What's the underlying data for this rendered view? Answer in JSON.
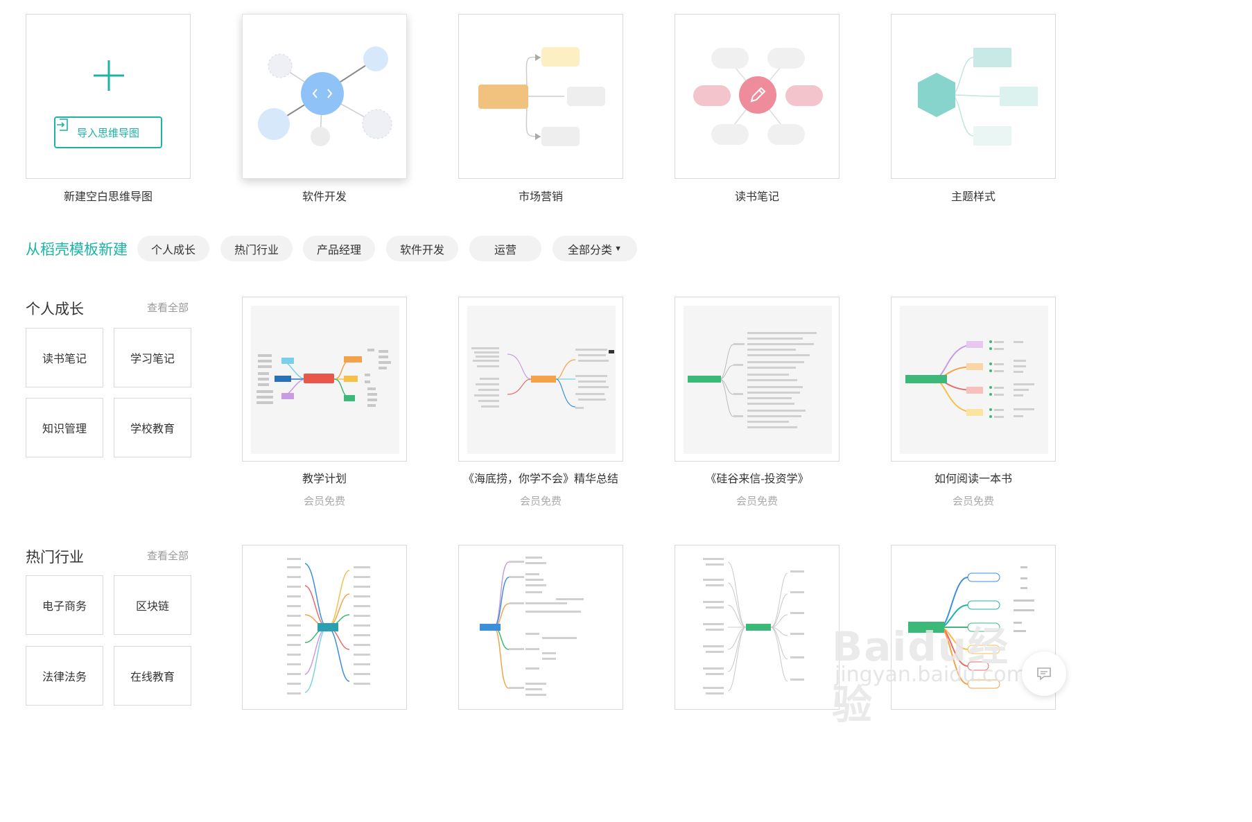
{
  "top_cards": {
    "blank_title": "新建空白思维导图",
    "import_label": "导入思维导图",
    "software_dev": "软件开发",
    "marketing": "市场营销",
    "reading_notes": "读书笔记",
    "theme_style": "主题样式"
  },
  "template_section": {
    "heading": "从稻壳模板新建",
    "chips": [
      "个人成长",
      "热门行业",
      "产品经理",
      "软件开发",
      "运营",
      "全部分类"
    ]
  },
  "group_personal": {
    "title": "个人成长",
    "view_all": "查看全部",
    "subcategories": [
      "读书笔记",
      "学习笔记",
      "知识管理",
      "学校教育"
    ],
    "templates": [
      {
        "name": "教学计划",
        "badge": "会员免费"
      },
      {
        "name": "《海底捞，你学不会》精华总结",
        "badge": "会员免费"
      },
      {
        "name": "《硅谷来信-投资学》",
        "badge": "会员免费"
      },
      {
        "name": "如何阅读一本书",
        "badge": "会员免费"
      }
    ]
  },
  "group_industry": {
    "title": "热门行业",
    "view_all": "查看全部",
    "subcategories": [
      "电子商务",
      "区块链",
      "法律法务",
      "在线教育"
    ]
  },
  "watermark": {
    "brand": "Baidu经验",
    "url": "jingyan.baidu.com"
  },
  "colors": {
    "accent": "#1ab3a6",
    "chip_bg": "#f2f2f2",
    "muted": "#999999",
    "border": "#d9d9d9"
  },
  "icons": [
    "plus-icon",
    "import-icon",
    "code-icon",
    "pencil-icon",
    "chat-icon",
    "caret-down-icon"
  ]
}
